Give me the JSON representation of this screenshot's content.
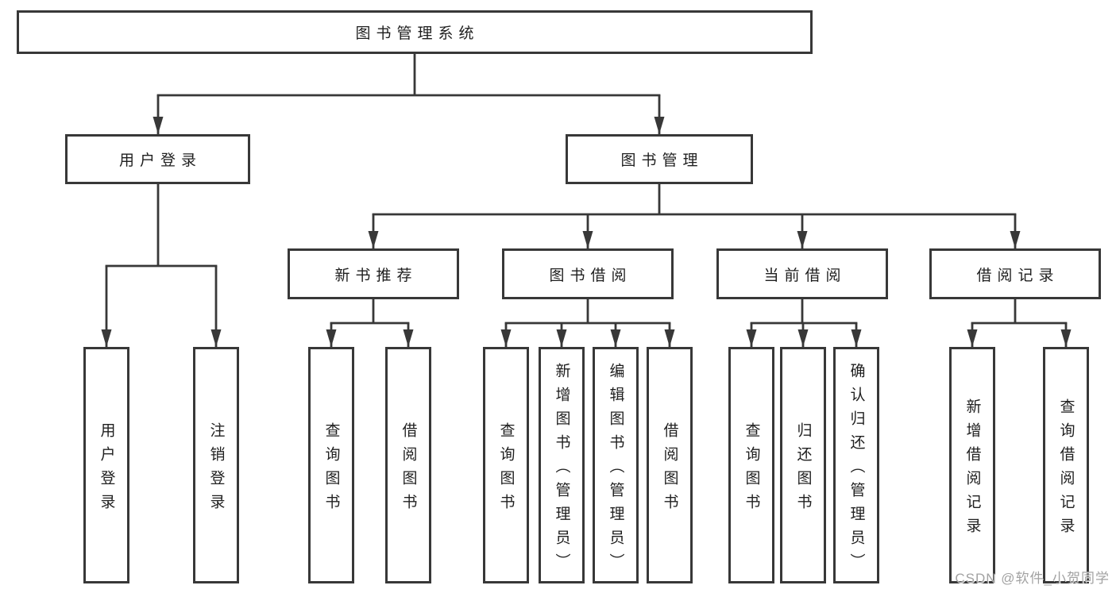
{
  "diagram": {
    "type": "tree",
    "orientation": "top-down"
  },
  "colors": {
    "line": "#383838",
    "box_border": "#383838",
    "text": "#1f1f1f",
    "background": "#ffffff",
    "watermark": "#a2a2a2"
  },
  "tree": {
    "root": {
      "label": "图书管理系统",
      "children": [
        {
          "label": "用户登录",
          "children": [
            {
              "label": "用户登录"
            },
            {
              "label": "注销登录"
            }
          ]
        },
        {
          "label": "图书管理",
          "children": [
            {
              "label": "新书推荐",
              "children": [
                {
                  "label": "查询图书"
                },
                {
                  "label": "借阅图书"
                }
              ]
            },
            {
              "label": "图书借阅",
              "children": [
                {
                  "label": "查询图书"
                },
                {
                  "label": "新增图书（管理员）"
                },
                {
                  "label": "编辑图书（管理员）"
                },
                {
                  "label": "借阅图书"
                }
              ]
            },
            {
              "label": "当前借阅",
              "children": [
                {
                  "label": "查询图书"
                },
                {
                  "label": "归还图书"
                },
                {
                  "label": "确认归还（管理员）"
                }
              ]
            },
            {
              "label": "借阅记录",
              "children": [
                {
                  "label": "新增借阅记录"
                },
                {
                  "label": "查询借阅记录"
                }
              ]
            }
          ]
        }
      ]
    }
  },
  "watermark": {
    "text": "CSDN @软件_小贺同学"
  }
}
